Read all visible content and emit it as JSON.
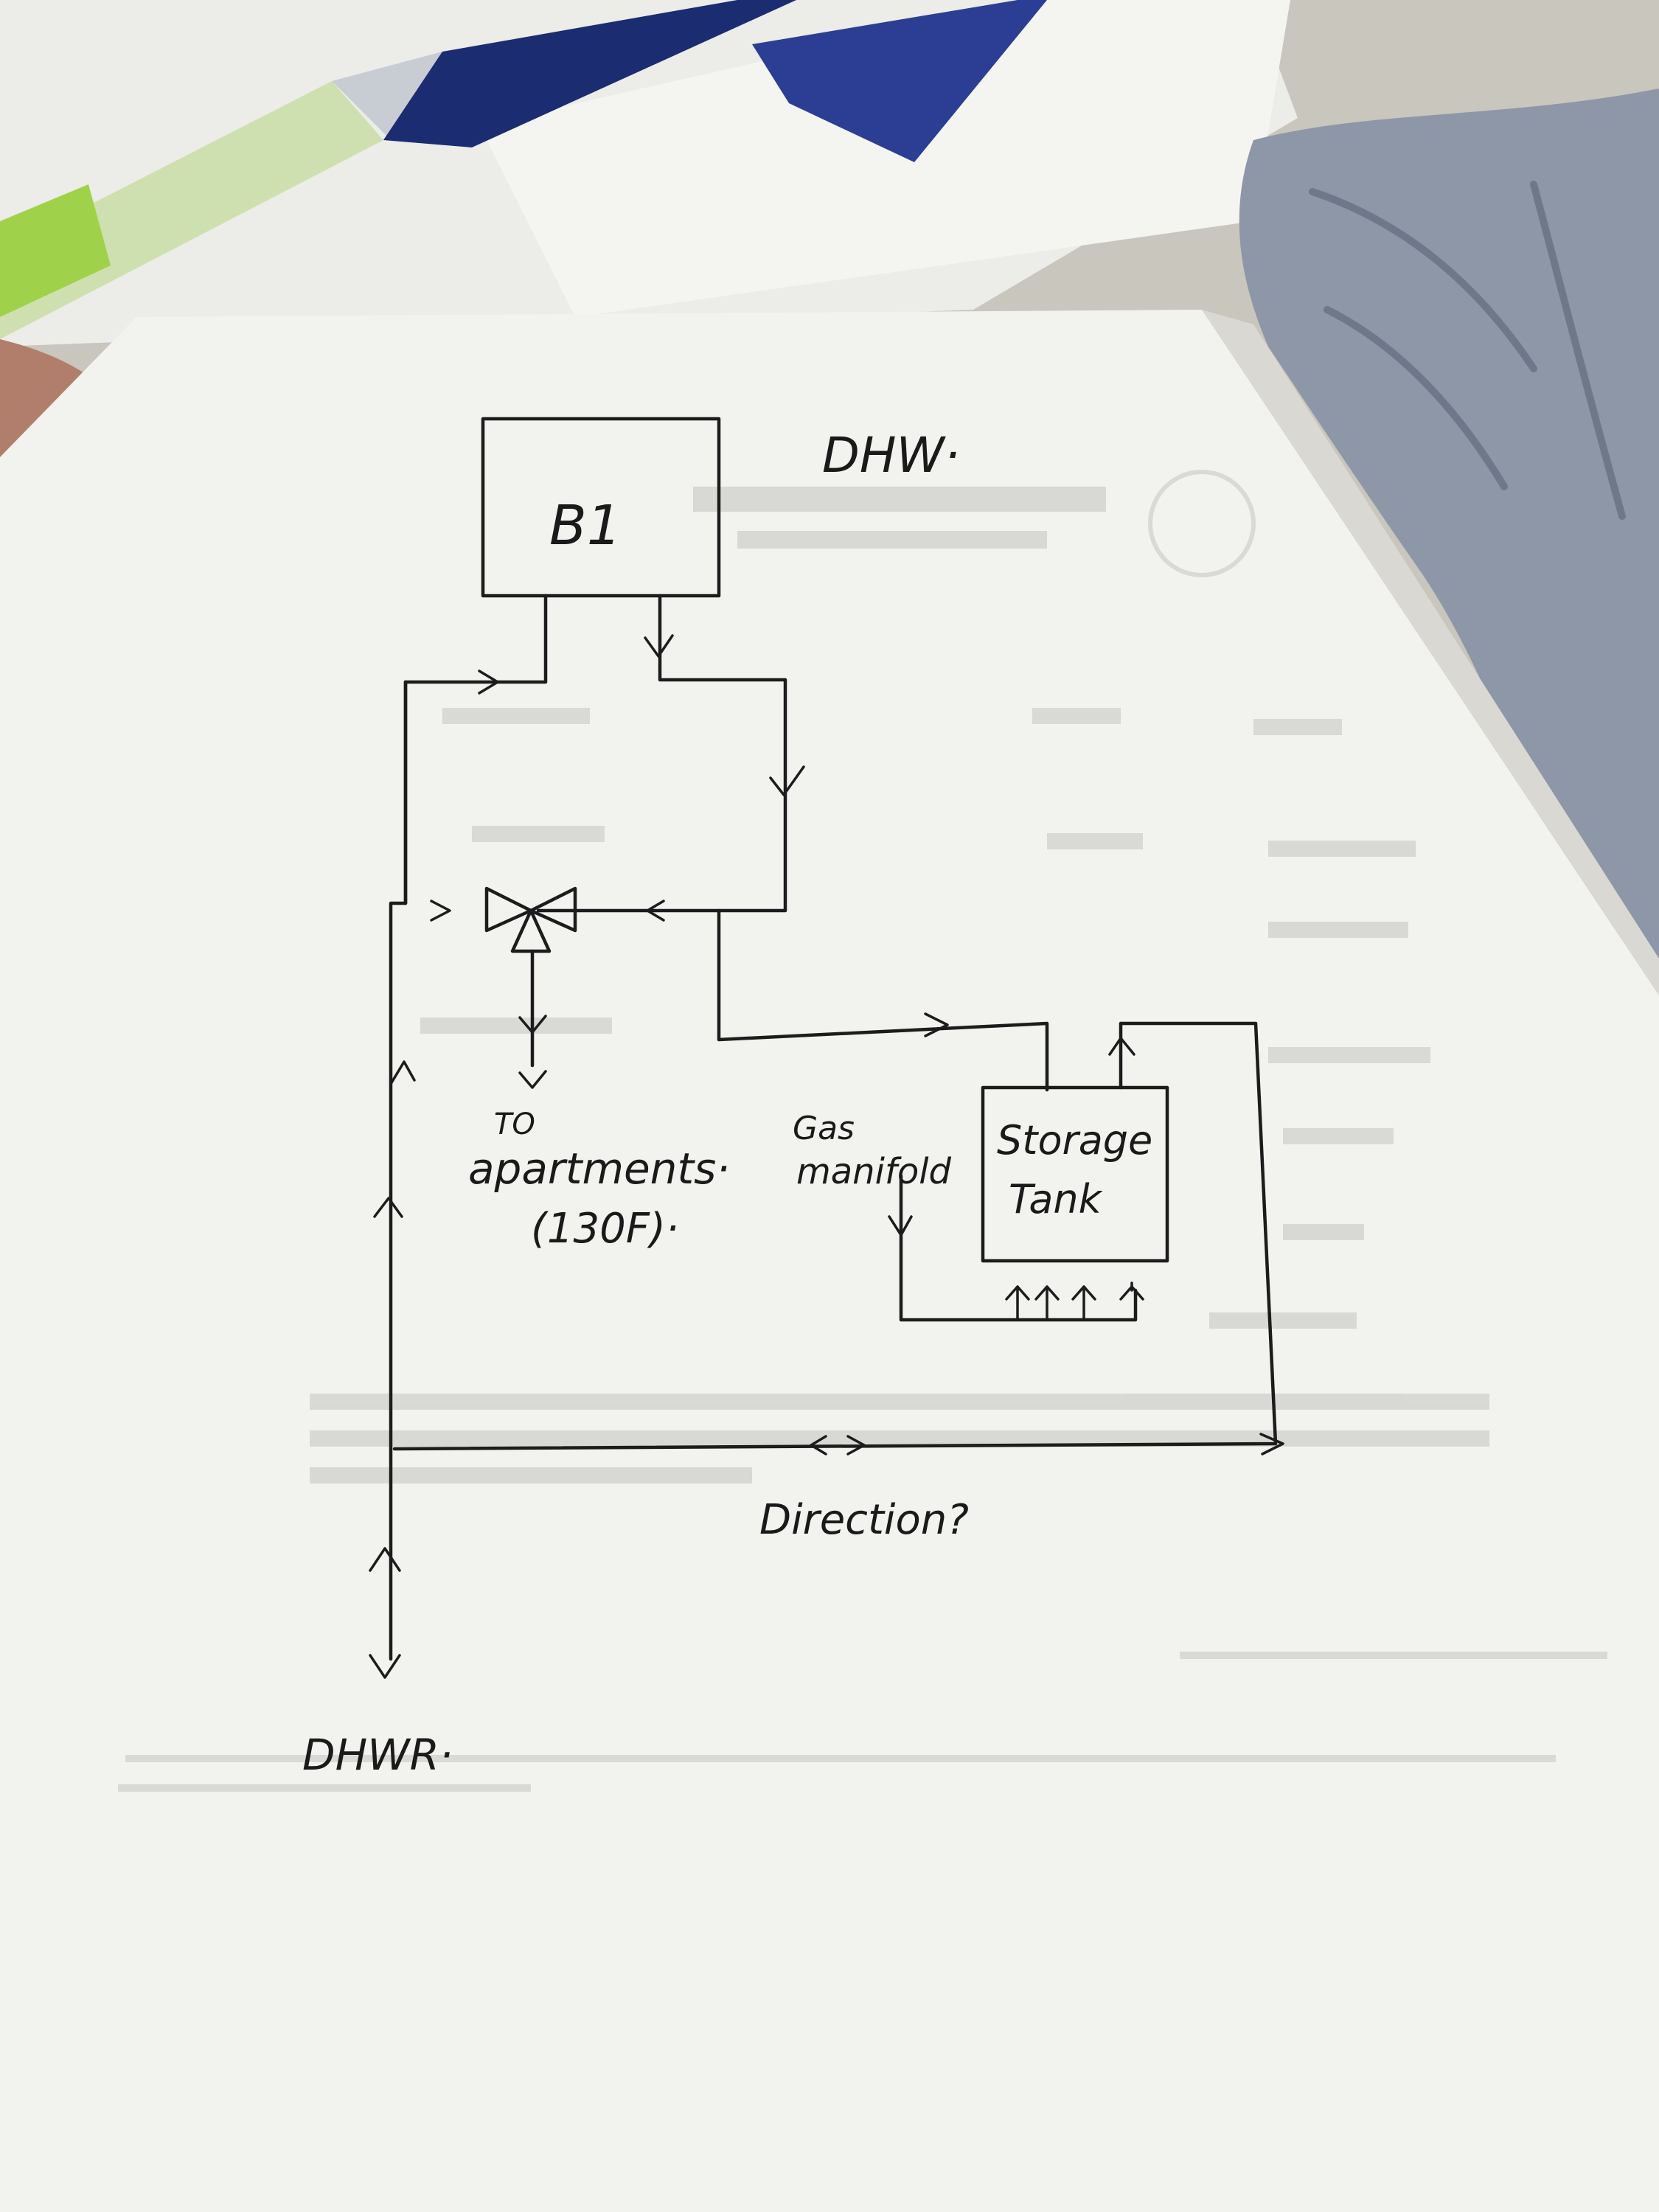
{
  "diagram": {
    "title": "DHW·",
    "boiler_label": "B1",
    "outlet_label_line1": "TO",
    "outlet_label_line2": "apartments·",
    "outlet_label_line3": "(130F)·",
    "gas_label_line1": "Gas",
    "gas_label_line2": "manifold",
    "tank_label_line1": "Storage",
    "tank_label_line2": "Tank",
    "direction_label": "Direction?",
    "return_label": "DHWR·"
  },
  "colors": {
    "paper": "#f2f2ee",
    "ink": "#1c1c1c",
    "desk": "#b9b6ad",
    "cloth": "#8e97a8",
    "pen_body": "#cfe0b0",
    "pen_accent": "#9fd24a"
  }
}
